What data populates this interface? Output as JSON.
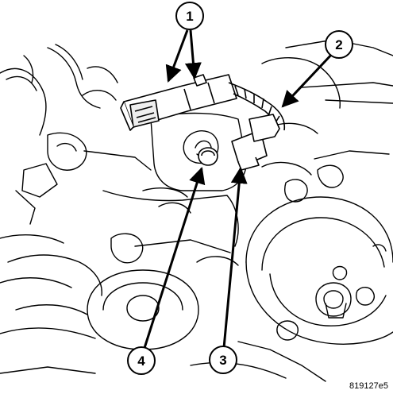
{
  "callouts": [
    {
      "id": "1",
      "label": "1"
    },
    {
      "id": "2",
      "label": "2"
    },
    {
      "id": "3",
      "label": "3"
    },
    {
      "id": "4",
      "label": "4"
    }
  ],
  "figure_code": "819127e5"
}
